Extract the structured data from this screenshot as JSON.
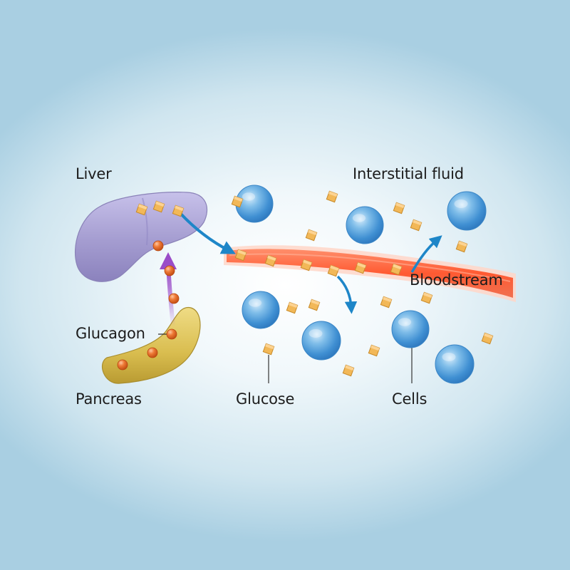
{
  "labels": {
    "liver": "Liver",
    "interstitial_fluid": "Interstitial fluid",
    "bloodstream": "Bloodstream",
    "glucagon": "Glucagon",
    "pancreas": "Pancreas",
    "glucose": "Glucose",
    "cells": "Cells"
  },
  "colors": {
    "liver": "#a49cd0",
    "pancreas": "#dcc35a",
    "blood_vessel": "#ff6440",
    "glucagon": "#e86a2a",
    "glucose": "#f2b858",
    "cell": "#5ea8e0",
    "arrow_blue": "#1e86c8",
    "arrow_purple": "#9a4cc8"
  }
}
